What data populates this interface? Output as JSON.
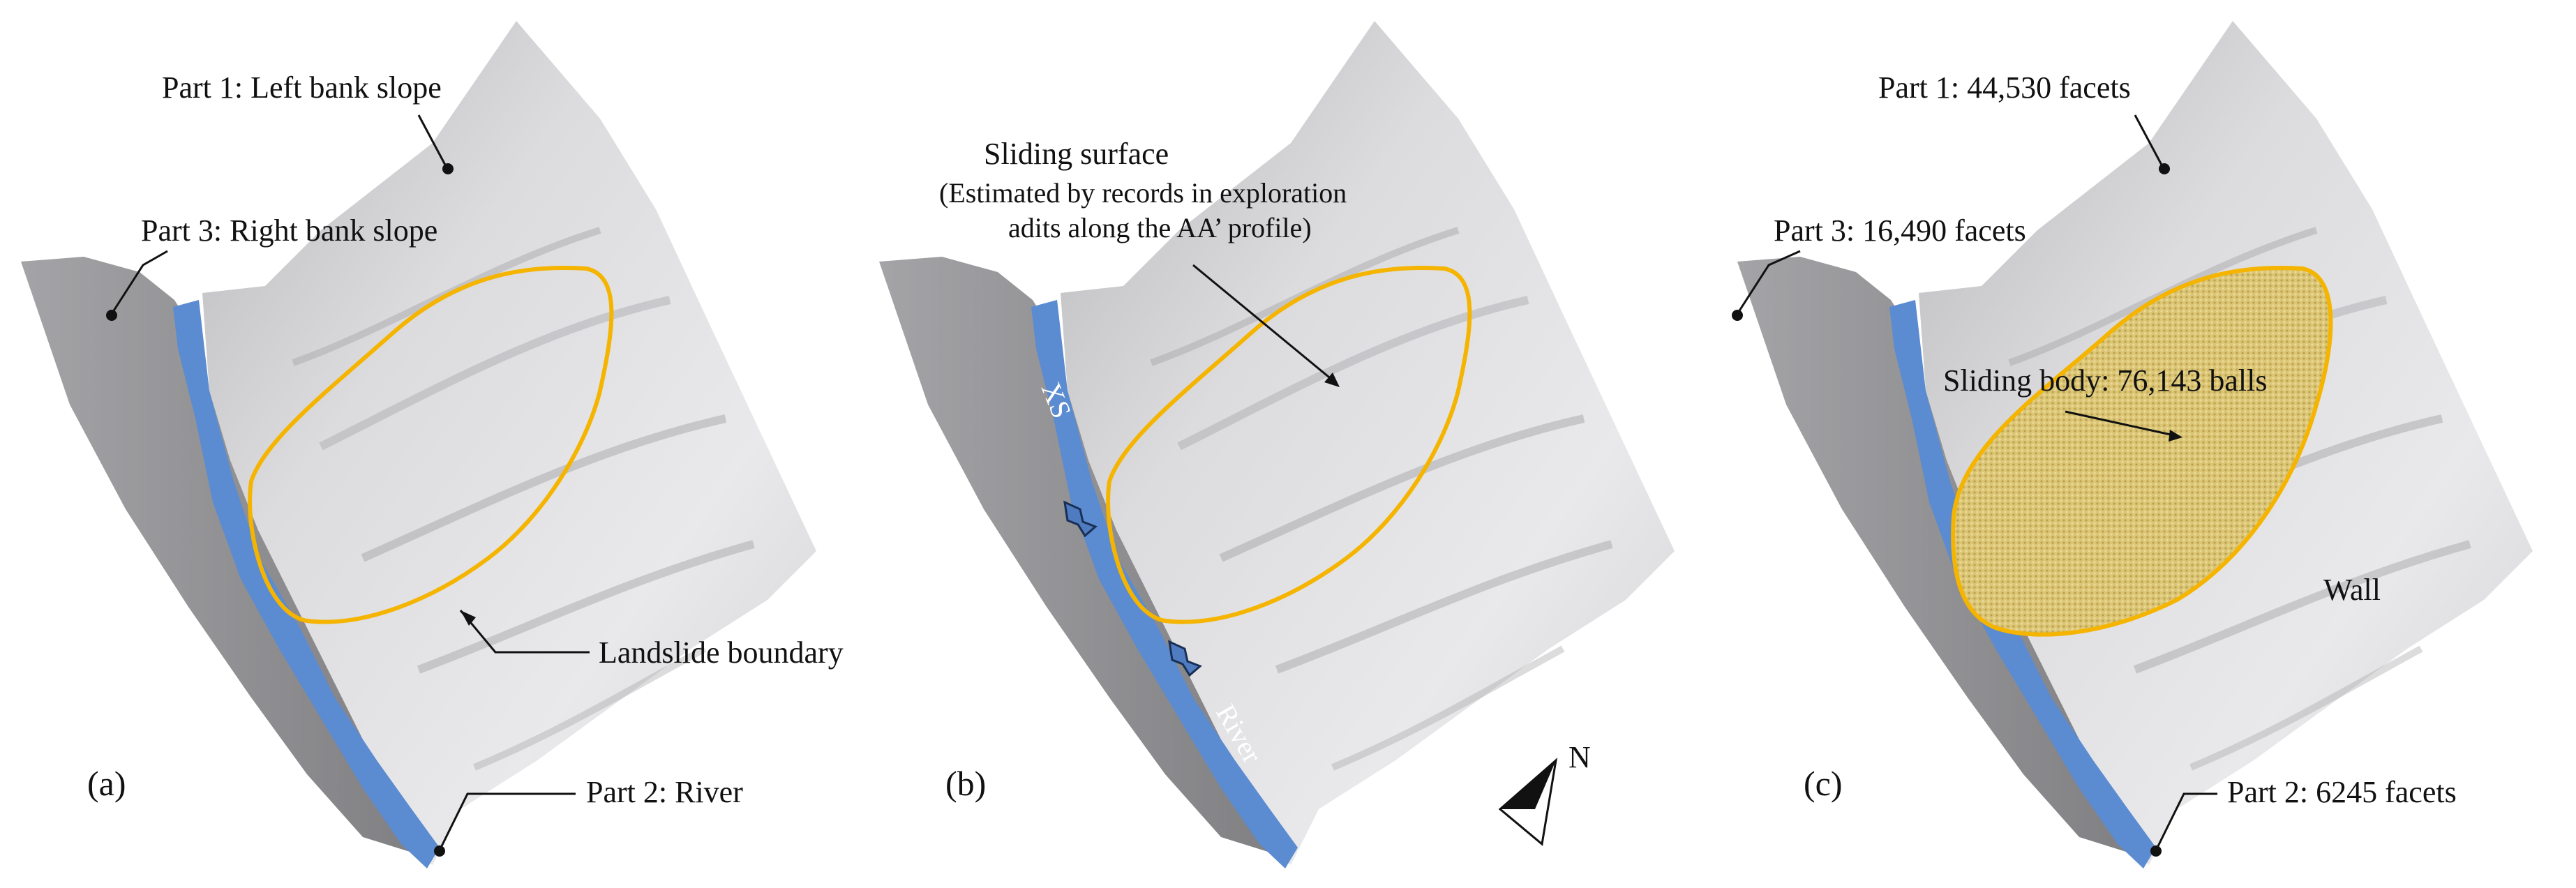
{
  "panels": [
    {
      "id": "a",
      "tag": "(a)",
      "part1": "Part 1: Left bank slope",
      "part3": "Part 3: Right bank slope",
      "part2": "Part 2: River",
      "boundary_label": "Landslide boundary"
    },
    {
      "id": "b",
      "tag": "(b)",
      "surface_title": "Sliding surface",
      "surface_note_line1": "(Estimated by records in exploration",
      "surface_note_line2": "adits along the AA’ profile)",
      "river_xs": "XS",
      "river_label": "River",
      "north_label": "N"
    },
    {
      "id": "c",
      "tag": "(c)",
      "part1": "Part 1: 44,530 facets",
      "part3": "Part 3: 16,490 facets",
      "sliding_body": "Sliding body: 76,143 balls",
      "wall": "Wall",
      "part2": "Part 2: 6245 facets"
    }
  ],
  "colors": {
    "terrain_light": "#e8e8ea",
    "terrain_mid": "#c9c9cc",
    "terrain_dark": "#8e8e91",
    "right_bank": "#9a9a9d",
    "river": "#5b8bd0",
    "boundary": "#f5b400",
    "sliding_body_fill": "#dcc675"
  }
}
